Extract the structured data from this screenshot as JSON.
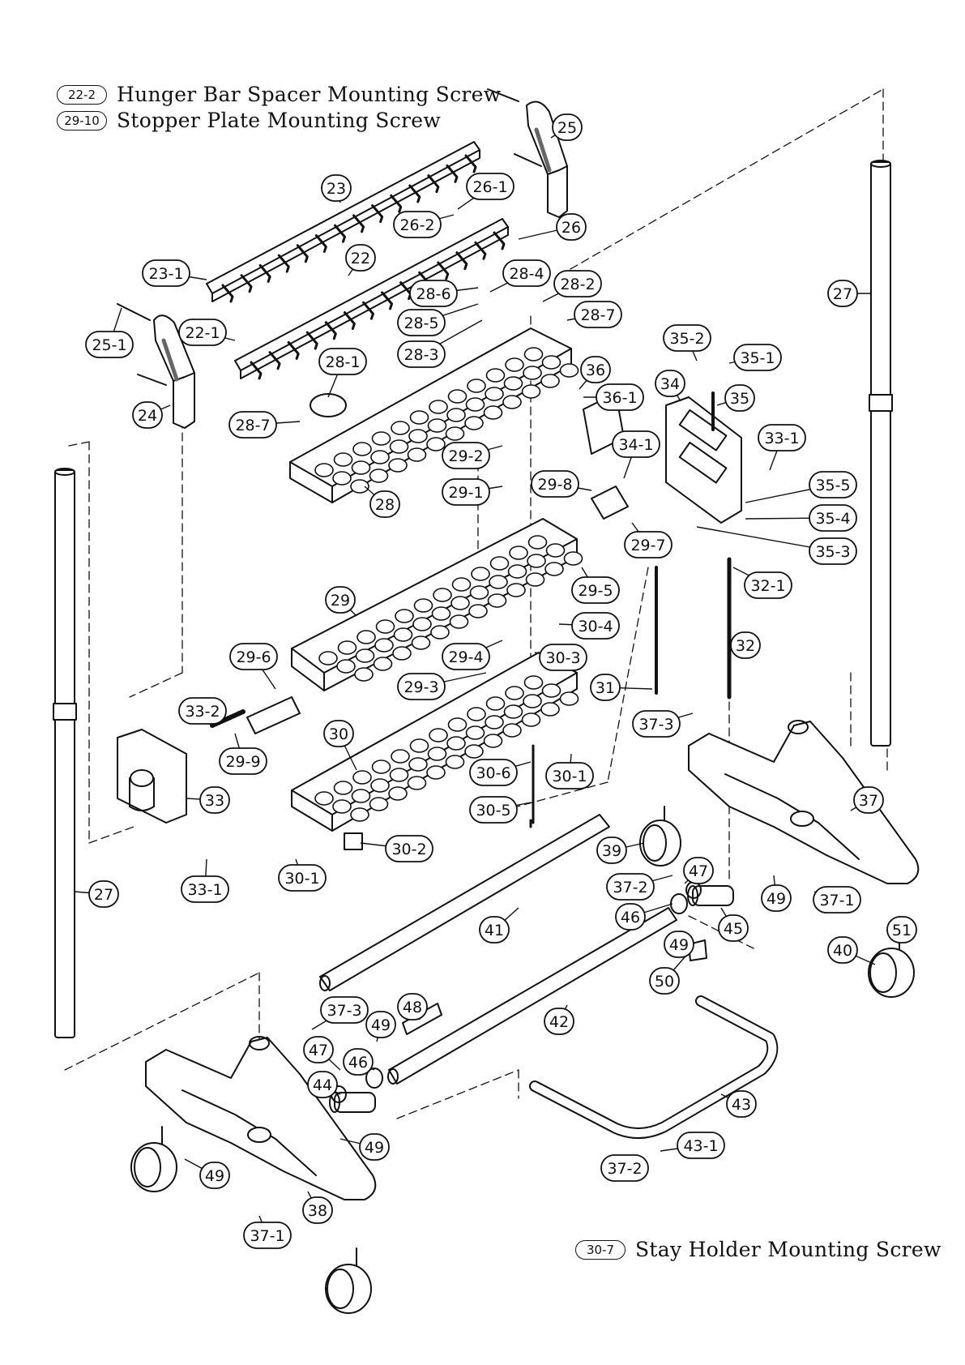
{
  "legend_top": [
    {
      "code": "22-2",
      "text": "Hunger Bar Spacer Mounting  Screw"
    },
    {
      "code": "29-10",
      "text": "Stopper Plate Mounting Screw"
    }
  ],
  "legend_bottom": {
    "code": "30-7",
    "text": "Stay Holder Mounting Screw"
  },
  "callouts": [
    "25",
    "23",
    "26-1",
    "26-2",
    "26",
    "23-1",
    "22",
    "28-4",
    "28-6",
    "28-2",
    "28-7",
    "28-5",
    "27",
    "25-1",
    "22-1",
    "28-3",
    "35-2",
    "35-1",
    "28-1",
    "36",
    "24",
    "36-1",
    "35",
    "34",
    "28-7",
    "33-1",
    "29-2",
    "34-1",
    "29-1",
    "29-8",
    "35-5",
    "28",
    "35-4",
    "29-7",
    "35-3",
    "32-1",
    "29-5",
    "29",
    "30-4",
    "32",
    "29-4",
    "30-3",
    "29-6",
    "29-3",
    "31",
    "37-3",
    "33-2",
    "30",
    "29-9",
    "30-6",
    "30-1",
    "37",
    "33",
    "30-5",
    "39",
    "30-2",
    "30-1",
    "47",
    "37-2",
    "49",
    "37-1",
    "27",
    "33-1",
    "46",
    "45",
    "51",
    "41",
    "49",
    "40",
    "50",
    "48",
    "37-3",
    "42",
    "49",
    "47",
    "46",
    "44",
    "43",
    "49",
    "43-1",
    "37-2",
    "49",
    "38",
    "37-1"
  ]
}
